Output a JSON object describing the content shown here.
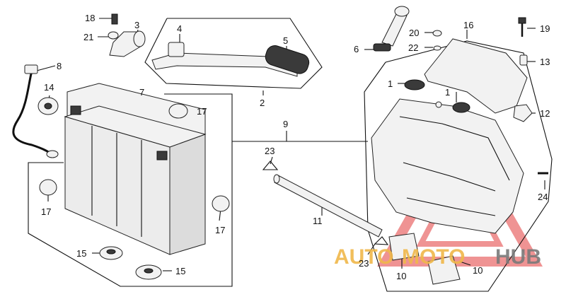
{
  "callouts": {
    "n1": "1",
    "n1b": "1",
    "n2": "2",
    "n3": "3",
    "n4": "4",
    "n5": "5",
    "n6": "6",
    "n7": "7",
    "n8": "8",
    "n9": "9",
    "n10": "10",
    "n10b": "10",
    "n11": "11",
    "n12": "12",
    "n13": "13",
    "n14": "14",
    "n15": "15",
    "n15b": "15",
    "n16": "16",
    "n17": "17",
    "n17b": "17",
    "n17c": "17",
    "n18": "18",
    "n19": "19",
    "n20": "20",
    "n21": "21",
    "n22": "22",
    "n23": "23",
    "n23b": "23",
    "n24": "24"
  },
  "watermark": {
    "part1": "AUTO",
    "part2": "MOTO",
    "part3": "HUB",
    "accent_color": "#e23b3b",
    "gold_color": "#f0b84a"
  }
}
